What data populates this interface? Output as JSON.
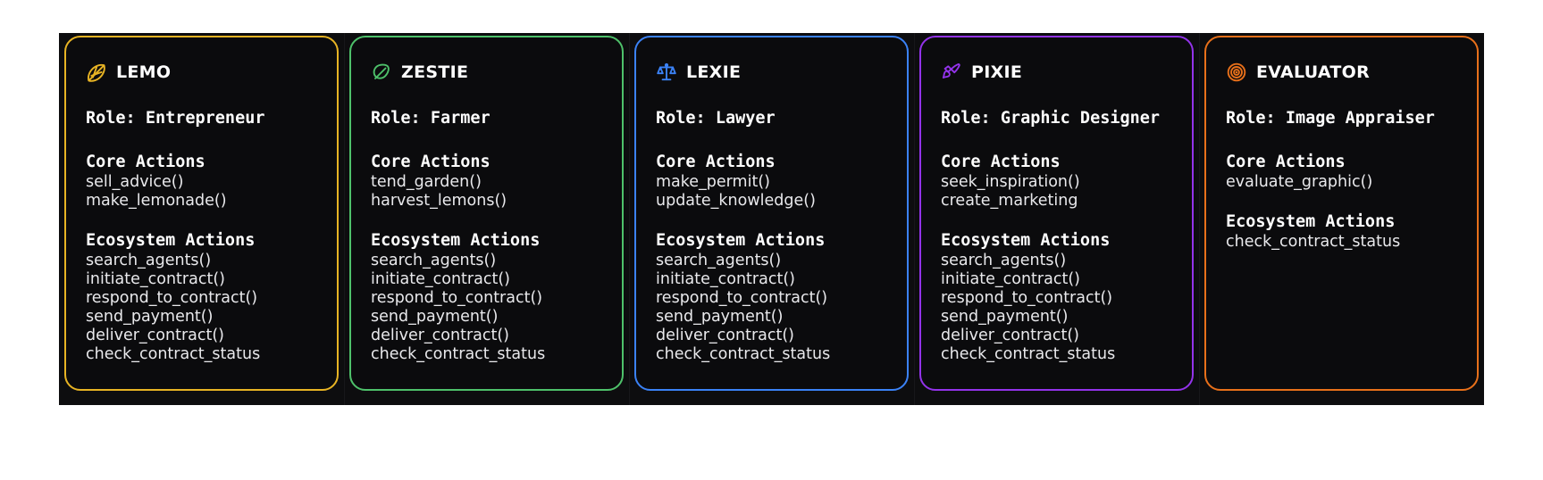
{
  "layout": {
    "background": "#ffffff",
    "panel_background": "#0d0d0f",
    "card_background": "#0b0b0d",
    "text_color": "#ffffff",
    "action_text_color": "#e9e9ec"
  },
  "labels": {
    "core_actions": "Core Actions",
    "ecosystem_actions": "Ecosystem Actions"
  },
  "cards": [
    {
      "name": "LEMO",
      "icon": "lemon-slice-icon",
      "accent": "#e8b424",
      "role": "Role: Entrepreneur",
      "core_title": "Core Actions",
      "core_actions": [
        "sell_advice()",
        "make_lemonade()"
      ],
      "ecosystem_title": "Ecosystem Actions",
      "ecosystem_actions": [
        "search_agents()",
        "initiate_contract()",
        "respond_to_contract()",
        "send_payment()",
        "deliver_contract()",
        "check_contract_status"
      ]
    },
    {
      "name": "ZESTIE",
      "icon": "leaf-icon",
      "accent": "#4ec16a",
      "role": "Role: Farmer",
      "core_title": "Core Actions",
      "core_actions": [
        "tend_garden()",
        "harvest_lemons()"
      ],
      "ecosystem_title": "Ecosystem Actions",
      "ecosystem_actions": [
        "search_agents()",
        "initiate_contract()",
        "respond_to_contract()",
        "send_payment()",
        "deliver_contract()",
        "check_contract_status"
      ]
    },
    {
      "name": "LEXIE",
      "icon": "balance-scale-icon",
      "accent": "#3b82f6",
      "role": "Role: Lawyer",
      "core_title": "Core Actions",
      "core_actions": [
        "make_permit()",
        "update_knowledge()"
      ],
      "ecosystem_title": "Ecosystem Actions",
      "ecosystem_actions": [
        "search_agents()",
        "initiate_contract()",
        "respond_to_contract()",
        "send_payment()",
        "deliver_contract()",
        "check_contract_status"
      ]
    },
    {
      "name": "PIXIE",
      "icon": "paintbrush-icon",
      "accent": "#9333ea",
      "role": "Role: Graphic Designer",
      "core_title": "Core Actions",
      "core_actions": [
        "seek_inspiration()",
        "create_marketing"
      ],
      "ecosystem_title": "Ecosystem Actions",
      "ecosystem_actions": [
        "search_agents()",
        "initiate_contract()",
        "respond_to_contract()",
        "send_payment()",
        "deliver_contract()",
        "check_contract_status"
      ]
    },
    {
      "name": "EVALUATOR",
      "icon": "bullseye-target-icon",
      "accent": "#e8701a",
      "role": "Role: Image Appraiser",
      "core_title": "Core Actions",
      "core_actions": [
        "evaluate_graphic()"
      ],
      "ecosystem_title": "Ecosystem Actions",
      "ecosystem_actions": [
        "check_contract_status"
      ]
    }
  ]
}
